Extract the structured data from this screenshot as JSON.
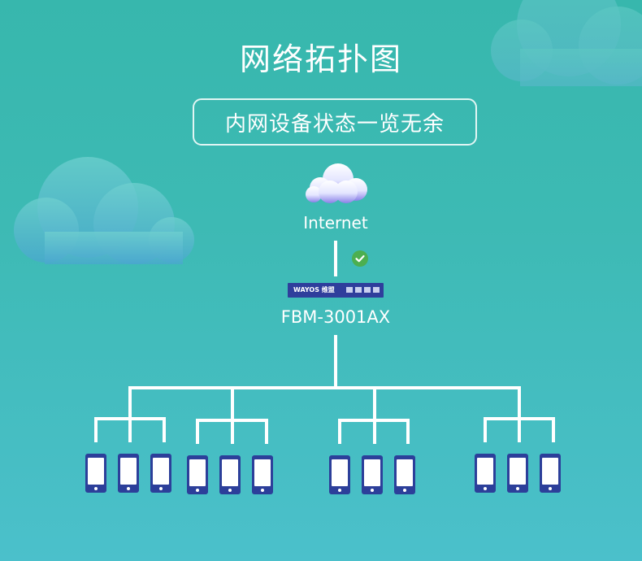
{
  "title": "网络拓扑图",
  "subtitle": "内网设备状态一览无余",
  "nodes": {
    "internet": {
      "label": "Internet",
      "icon": "cloud-icon"
    },
    "device": {
      "label": "FBM-3001AX",
      "brand": "WAYOS 维盟",
      "icon": "router-icon"
    },
    "status_icon": "check-circle-icon"
  },
  "clients": {
    "groups": 4,
    "devices_per_group": 3,
    "icon": "smartphone-icon"
  },
  "colors": {
    "line": "#ffffff",
    "device": "#2f3e9c",
    "status_ok": "#4caf50",
    "background_top": "#37b7ad",
    "background_bottom": "#4bc0cb"
  }
}
